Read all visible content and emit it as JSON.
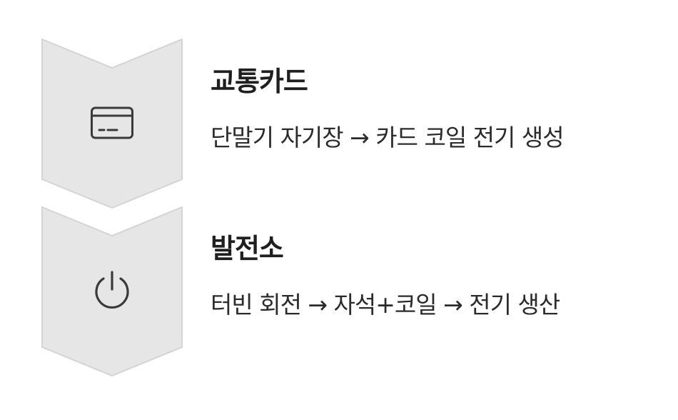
{
  "colors": {
    "chevron_fill": "#e6e6e6",
    "chevron_stroke": "#d4d4d4",
    "icon_stroke": "#3a3a3a",
    "title_text": "#1f1f1f",
    "desc_text": "#2b2b2b"
  },
  "steps": [
    {
      "icon": "credit-card-icon",
      "title": "교통카드",
      "description": "단말기 자기장 → 카드 코일 전기 생성"
    },
    {
      "icon": "power-icon",
      "title": "발전소",
      "description": "터빈 회전 → 자석+코일 → 전기 생산"
    }
  ]
}
